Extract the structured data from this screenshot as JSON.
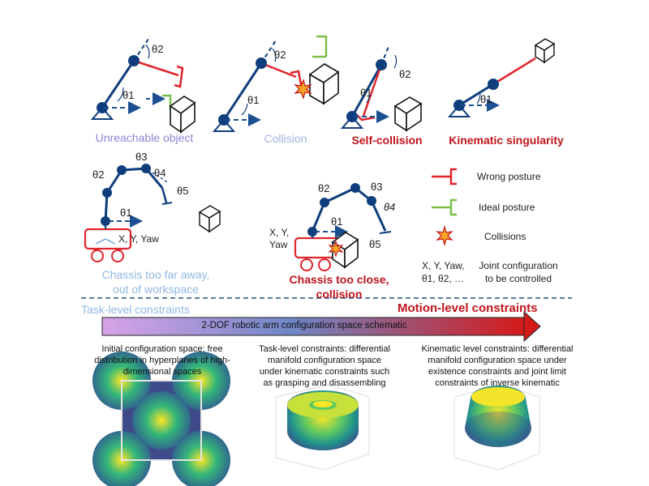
{
  "scenarios": {
    "unreachable": {
      "caption": "Unreachable object",
      "joint1": "θ1",
      "joint2": "θ2"
    },
    "collision": {
      "caption": "Collision",
      "joint1": "θ1",
      "joint2": "θ2"
    },
    "self_collision": {
      "caption": "Self-collision",
      "joint1": "θ1",
      "joint2": "θ2"
    },
    "singularity": {
      "caption": "Kinematic singularity",
      "joint1": "θ1"
    },
    "chassis_far": {
      "caption_line1": "Chassis too far away,",
      "caption_line2": "out of workspace",
      "joints": [
        "θ1",
        "θ2",
        "θ3",
        "θ4",
        "θ5"
      ],
      "chassis_label": "X, Y, Yaw"
    },
    "chassis_close": {
      "caption_line1": "Chassis too close,",
      "caption_line2": "collision",
      "joints": [
        "θ1",
        "θ2",
        "θ3",
        "θ4",
        "θ5"
      ],
      "chassis_label_line1": "X, Y,",
      "chassis_label_line2": "Yaw"
    }
  },
  "legend": {
    "wrong_posture": "Wrong posture",
    "ideal_posture": "Ideal posture",
    "collisions": "Collisions",
    "config_symbols_line1": "X, Y, Yaw,",
    "config_symbols_line2": "θ1, θ2, …",
    "config_text_line1": "Joint configuration",
    "config_text_line2": "to be controlled"
  },
  "constraints_bar": {
    "task_level": "Task-level constraints",
    "motion_level": "Motion-level constraints",
    "arrow_label": "2-DOF robotic arm configuration space schematic"
  },
  "panels": [
    {
      "line1": "Initial configuration space: free",
      "line2": "distribution in hyperplanes of high-",
      "line3": "dimensional spaces"
    },
    {
      "line1": "Task-level constraints: differential",
      "line2": "manifold configuration space",
      "line3": "under kinematic constraints such",
      "line4": "as grasping and disassembling"
    },
    {
      "line1": "Kinematic level constraints: differential",
      "line2": "manifold configuration space under",
      "line3": "existence constraints and joint limit",
      "line4": "constraints of inverse kinematic"
    }
  ],
  "colors": {
    "robot": "#0f3e7c",
    "wrong": "#e0242c",
    "ideal": "#7cc04a",
    "dashed": "#1b4f8f",
    "task_text": "#8fb8e0",
    "motion_text": "#c0141c"
  }
}
